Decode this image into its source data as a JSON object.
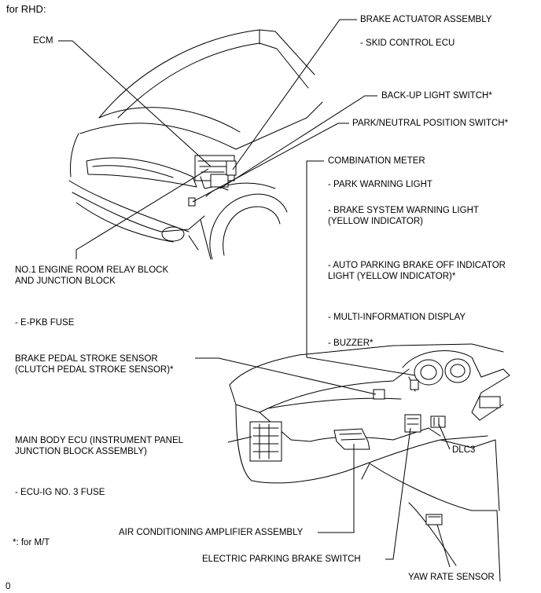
{
  "header": "for RHD:",
  "labels": {
    "ecm": "ECM",
    "brake_actuator": "BRAKE ACTUATOR ASSEMBLY",
    "skid_control": "- SKID CONTROL ECU",
    "backup_switch": "BACK-UP LIGHT SWITCH*",
    "park_neutral": "PARK/NEUTRAL POSITION SWITCH*",
    "combination_meter": "COMBINATION METER",
    "park_warning": "- PARK WARNING LIGHT",
    "brake_warning_1": "- BRAKE SYSTEM WARNING LIGHT",
    "brake_warning_2": "(YELLOW INDICATOR)",
    "auto_parking_1": "- AUTO PARKING BRAKE OFF INDICATOR",
    "auto_parking_2": "LIGHT (YELLOW INDICATOR)*",
    "multi_info": "- MULTI-INFORMATION DISPLAY",
    "buzzer": "- BUZZER*",
    "relay_block_1": "NO.1 ENGINE ROOM RELAY BLOCK",
    "relay_block_2": "AND JUNCTION BLOCK",
    "epkb_fuse": "- E-PKB FUSE",
    "pedal_sensor_1": "BRAKE PEDAL STROKE SENSOR",
    "pedal_sensor_2": "(CLUTCH PEDAL STROKE SENSOR)*",
    "main_body_1": "MAIN BODY ECU (INSTRUMENT PANEL",
    "main_body_2": "JUNCTION BLOCK ASSEMBLY)",
    "ecu_ig_fuse": "- ECU-IG NO. 3 FUSE",
    "dlc3": "DLC3",
    "ac_amplifier": "AIR CONDITIONING AMPLIFIER ASSEMBLY",
    "footnote": "*: for M/T",
    "epb_switch": "ELECTRIC PARKING BRAKE SWITCH",
    "yaw_rate": "YAW RATE SENSOR",
    "corner_mark": "0"
  }
}
